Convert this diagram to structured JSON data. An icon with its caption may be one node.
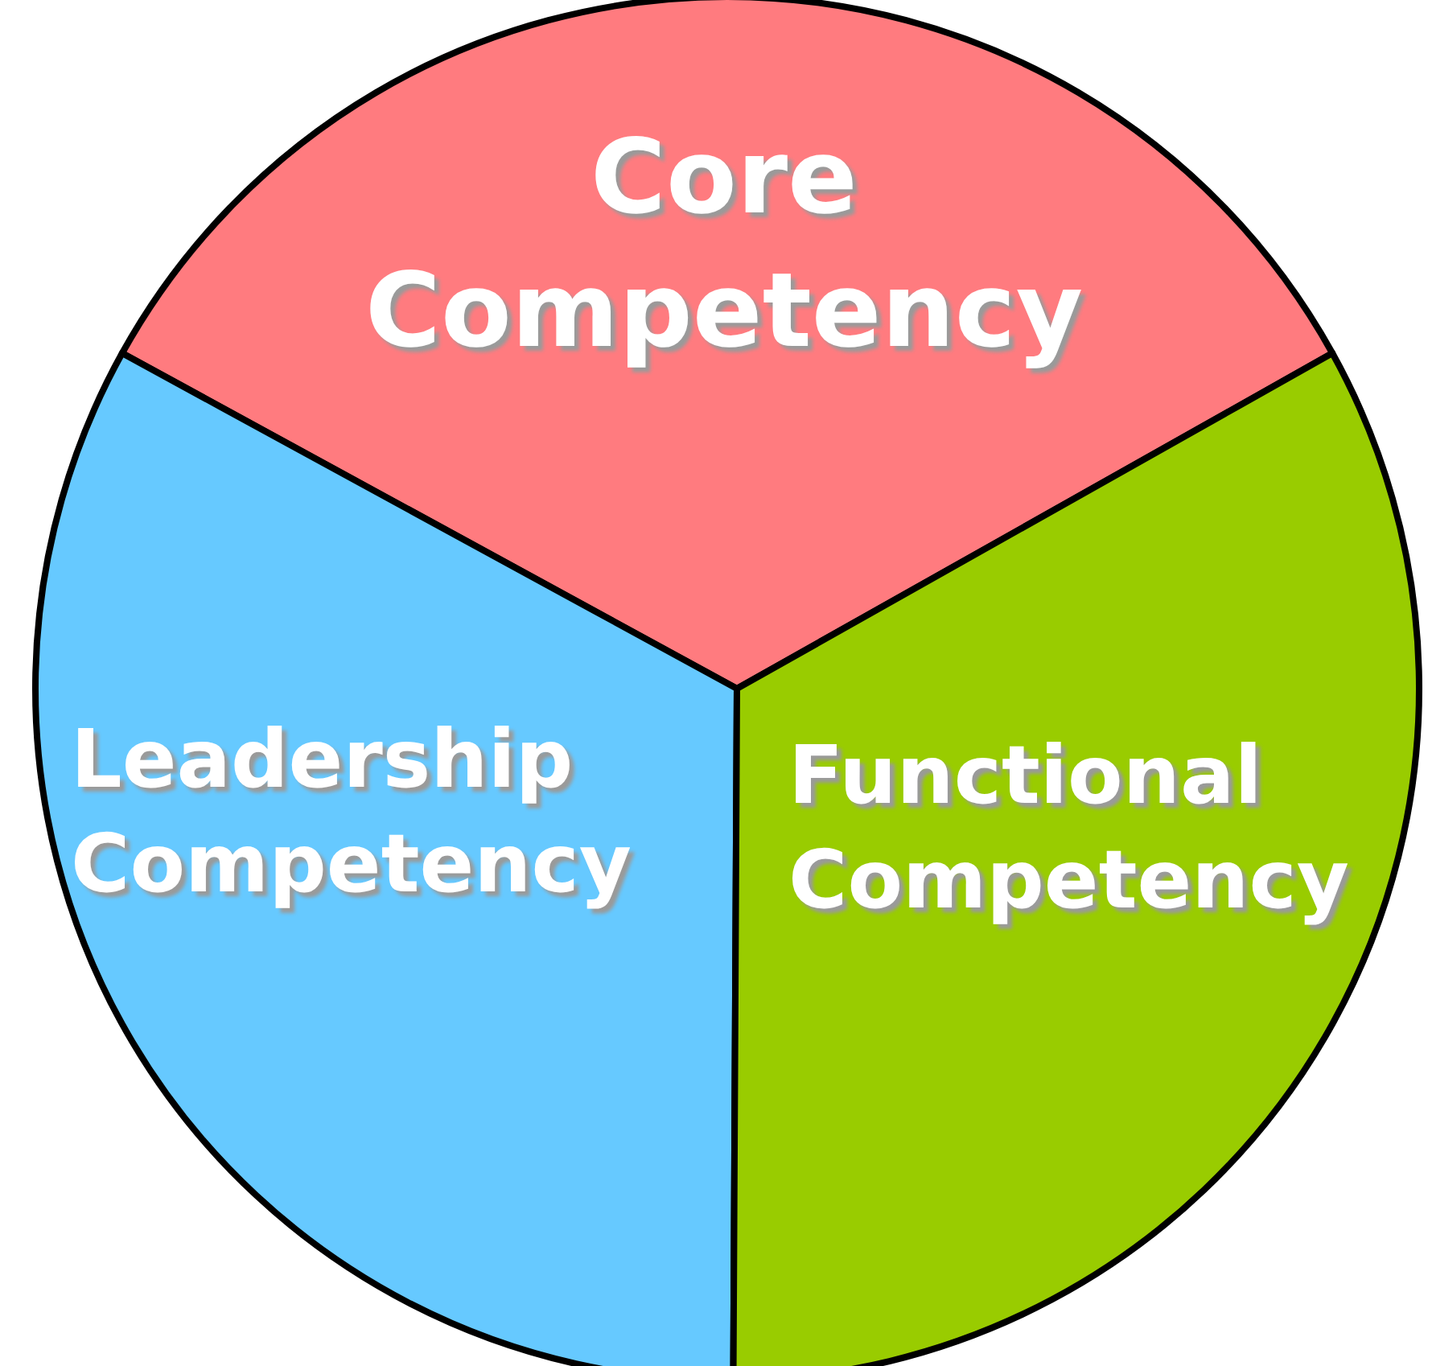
{
  "diagram": {
    "nodes": [
      {
        "text": [
          "Core Competency"
        ]
      },
      {
        "text": [
          "Leadership Competency"
        ]
      },
      {
        "text": [
          "Functional Competency"
        ]
      }
    ]
  }
}
